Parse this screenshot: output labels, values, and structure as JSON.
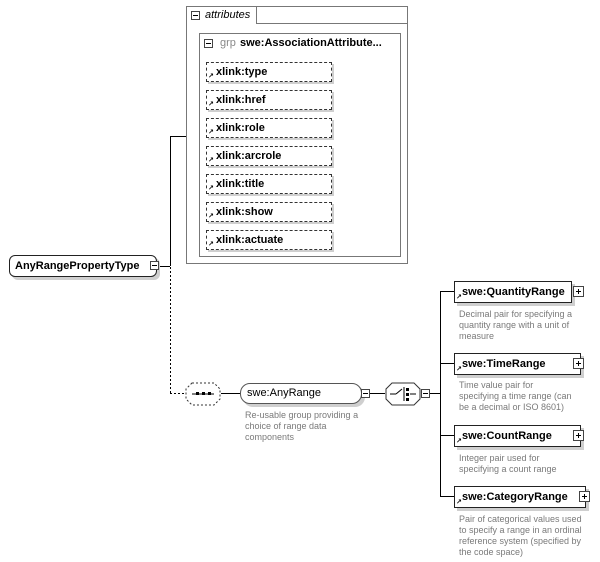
{
  "root": {
    "label": "AnyRangePropertyType"
  },
  "attributes": {
    "title": "attributes",
    "group_prefix": "grp",
    "group_name": "swe:AssociationAttribute...",
    "items": [
      "xlink:type",
      "xlink:href",
      "xlink:role",
      "xlink:arcrole",
      "xlink:title",
      "xlink:show",
      "xlink:actuate"
    ]
  },
  "any_range": {
    "label": "swe:AnyRange",
    "description": [
      "Re-usable group providing a",
      "choice of range data",
      "components"
    ]
  },
  "elements": [
    {
      "label": "swe:QuantityRange",
      "description": [
        "Decimal pair for specifying a",
        "quantity range with a unit of",
        "measure"
      ]
    },
    {
      "label": "swe:TimeRange",
      "description": [
        "Time value pair for",
        "specifying a time range (can",
        "be a decimal or ISO 8601)"
      ]
    },
    {
      "label": "swe:CountRange",
      "description": [
        "Integer pair used for",
        "specifying a count range"
      ]
    },
    {
      "label": "swe:CategoryRange",
      "description": [
        "Pair of categorical values used",
        "to specify a range in an ordinal",
        "reference system (specified by",
        "the code space)"
      ]
    }
  ]
}
